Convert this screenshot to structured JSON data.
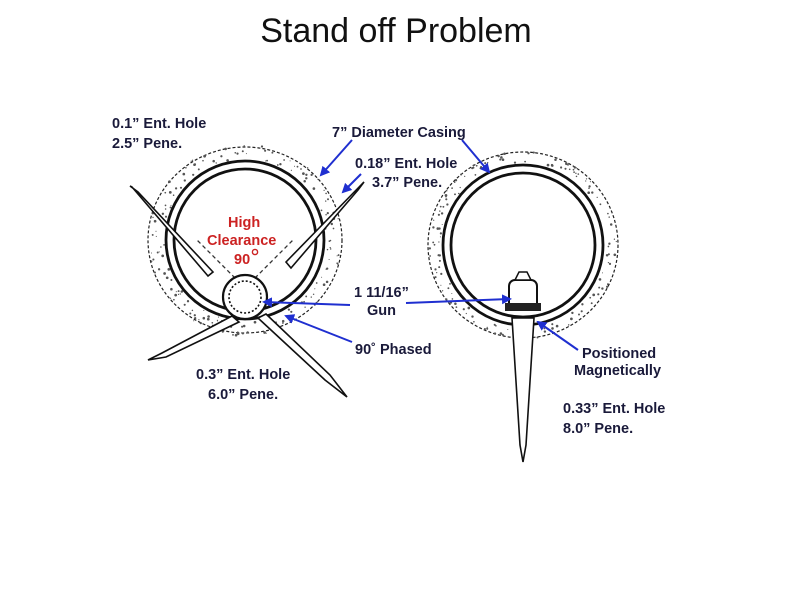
{
  "title": "Stand off Problem",
  "labels": {
    "left_top_ent": "0.1” Ent. Hole",
    "left_top_pene": "2.5” Pene.",
    "casing": "7” Diameter Casing",
    "mid_ent": "0.18” Ent. Hole",
    "mid_pene": "3.7” Pene.",
    "clearance_1": "High",
    "clearance_2": "Clearance",
    "clearance_3": "90",
    "gun_1": "1 11/16”",
    "gun_2": "Gun",
    "phased": "90˚ Phased",
    "left_bot_ent": "0.3” Ent. Hole",
    "left_bot_pene": "6.0” Pene.",
    "magnet_1": "Positioned",
    "magnet_2": "Magnetically",
    "right_ent": "0.33” Ent. Hole",
    "right_pene": "8.0” Pene."
  },
  "colors": {
    "text": "#1a1a3a",
    "accent_red": "#cc2222",
    "arrow_blue": "#1f2fd0",
    "line": "#111111",
    "speckle": "#555555"
  }
}
